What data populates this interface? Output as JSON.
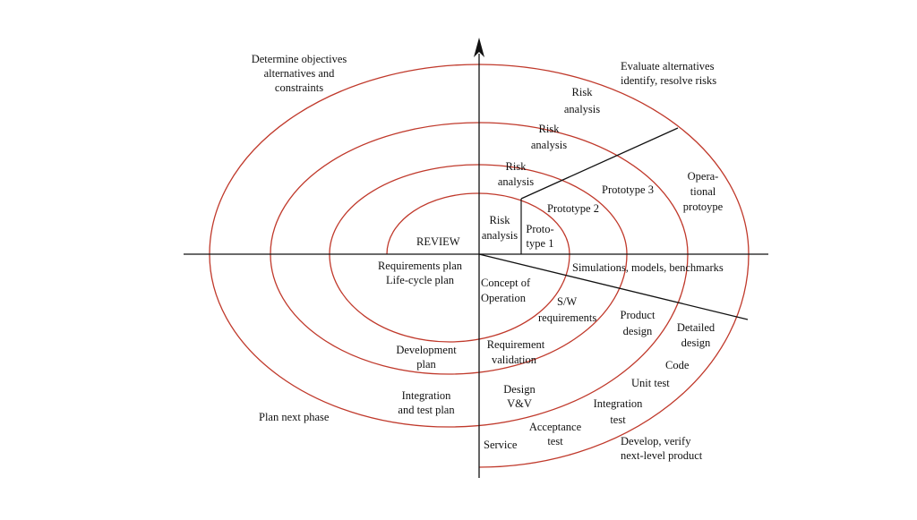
{
  "colors": {
    "spiral": "#c0392b",
    "lines": "#111111",
    "background": "#ffffff"
  },
  "quadrants": {
    "top_left": [
      "Determine objectives",
      "alternatives and",
      "constraints"
    ],
    "top_right": [
      "Evaluate alternatives",
      "identify, resolve risks"
    ],
    "bottom_left": "Plan next phase",
    "bottom_right": [
      "Develop, verify",
      "next-level product"
    ]
  },
  "risk_analysis": {
    "r1": [
      "Risk",
      "analysis"
    ],
    "r2": [
      "Risk",
      "analysis"
    ],
    "r3": [
      "Risk",
      "analysis"
    ],
    "r4": [
      "Risk",
      "analysis"
    ]
  },
  "prototypes": {
    "p1": [
      "Proto-",
      "type 1"
    ],
    "p2": "Prototype 2",
    "p3": "Prototype 3",
    "operational": [
      "Opera-",
      "tional",
      "protoype"
    ]
  },
  "labels": {
    "review": "REVIEW",
    "requirements_plan": [
      "Requirements plan",
      "Life-cycle plan"
    ],
    "concept": [
      "Concept of",
      "Operation"
    ],
    "simulations": "Simulations, models, benchmarks",
    "sw_requirements": [
      "S/W",
      "requirements"
    ],
    "product_design": [
      "Product",
      "design"
    ],
    "detailed_design": [
      "Detailed",
      "design"
    ],
    "code": "Code",
    "unit_test": "Unit test",
    "integration_test": [
      "Integration",
      "test"
    ],
    "acceptance_test": [
      "Acceptance",
      "test"
    ],
    "service": "Service",
    "development_plan": [
      "Development",
      "plan"
    ],
    "requirement_validation": [
      "Requirement",
      "validation"
    ],
    "integration_plan": [
      "Integration",
      "and test plan"
    ],
    "design_vv": [
      "Design",
      "V&V"
    ]
  }
}
